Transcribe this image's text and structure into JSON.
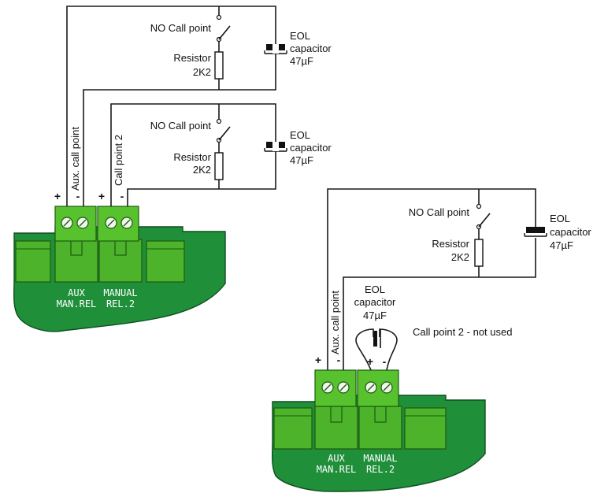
{
  "top_diagram": {
    "call_point_1": {
      "switch_label": "NO Call point",
      "resistor_label_1": "Resistor",
      "resistor_label_2": "2K2",
      "capacitor_label_1": "EOL",
      "capacitor_label_2": "capacitor",
      "capacitor_label_3": "47µF"
    },
    "call_point_2": {
      "switch_label": "NO Call point",
      "resistor_label_1": "Resistor",
      "resistor_label_2": "2K2",
      "capacitor_label_1": "EOL",
      "capacitor_label_2": "capacitor",
      "capacitor_label_3": "47µF"
    },
    "aux_wire_label": "Aux. call point",
    "cp2_wire_label": "Call point 2",
    "plus_sign": "+",
    "minus_sign": "-",
    "board_label_aux_1": "AUX",
    "board_label_aux_2": "MAN.REL",
    "board_label_manual_1": "MANUAL",
    "board_label_manual_2": "REL.2"
  },
  "bottom_diagram": {
    "call_point": {
      "switch_label": "NO Call point",
      "resistor_label_1": "Resistor",
      "resistor_label_2": "2K2",
      "capacitor_label_1": "EOL",
      "capacitor_label_2": "capacitor",
      "capacitor_label_3": "47µF"
    },
    "aux_wire_label": "Aux. call point",
    "unused_capacitor_label_1": "EOL",
    "unused_capacitor_label_2": "capacitor",
    "unused_capacitor_label_3": "47µF",
    "unused_note": "Call point 2 - not used",
    "plus_sign": "+",
    "minus_sign": "-",
    "board_label_aux_1": "AUX",
    "board_label_aux_2": "MAN.REL",
    "board_label_manual_1": "MANUAL",
    "board_label_manual_2": "REL.2"
  }
}
